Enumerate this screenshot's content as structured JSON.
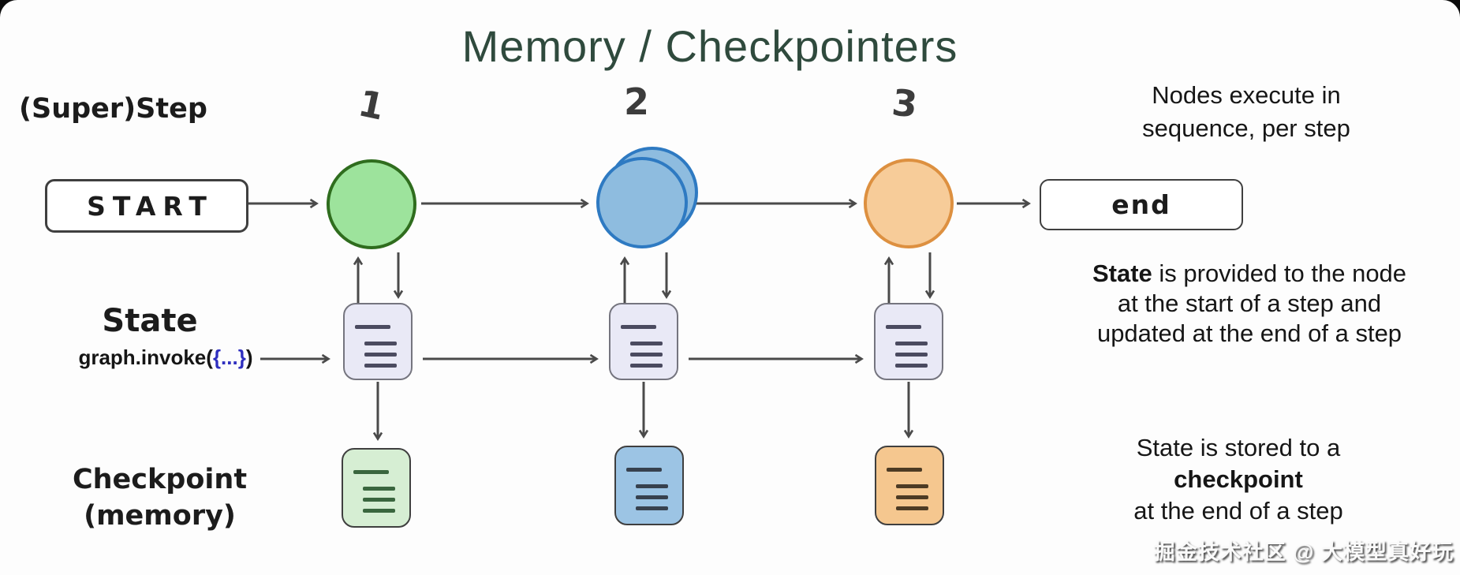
{
  "title": "Memory / Checkpointers",
  "row_labels": {
    "superstep": "(Super)Step",
    "state": "State",
    "state_code_prefix": "graph.invoke(",
    "state_code_braces": "{...}",
    "state_code_suffix": ")",
    "checkpoint_line1": "Checkpoint",
    "checkpoint_line2": "(memory)"
  },
  "flow": {
    "start_label": "START",
    "end_label": "end",
    "steps": [
      "1",
      "2",
      "3"
    ]
  },
  "notes": {
    "sequence": {
      "line1": "Nodes  execute in",
      "line2": "sequence, per step"
    },
    "state": {
      "bold": "State",
      "line1_rest": " is provided to the node",
      "line2": "at the start of a step and",
      "line3": "updated at the end of a step"
    },
    "checkpoint": {
      "line1": "State is stored to a",
      "bold": "checkpoint",
      "line3": "at the end of a step"
    }
  },
  "watermark": "掘金技术社区 @ 大模型真好玩",
  "colors": {
    "arrow": "#4a4a4a",
    "title": "#2f4a3d",
    "text": "#151515",
    "box-border": "#3f3f3f",
    "node1-fill": "#9de39c",
    "node1-stroke": "#2f6d1e",
    "node2-fill": "#8ebcdf",
    "node2-stroke": "#2e7ac2",
    "node3-fill": "#f7cc99",
    "node3-stroke": "#dd9040",
    "state-fill": "#e9e9f6",
    "state-stroke": "#75757f",
    "state-lines": "#4b4b60",
    "cp1-fill": "#d6eed3",
    "cp1-lines": "#3a663e",
    "cp2-fill": "#9cc4e4",
    "cp2-lines": "#37414e",
    "cp3-fill": "#f5c78f",
    "cp3-lines": "#4d3b24",
    "code-braces": "#2e2ebf",
    "watermark": "#fafafa"
  }
}
